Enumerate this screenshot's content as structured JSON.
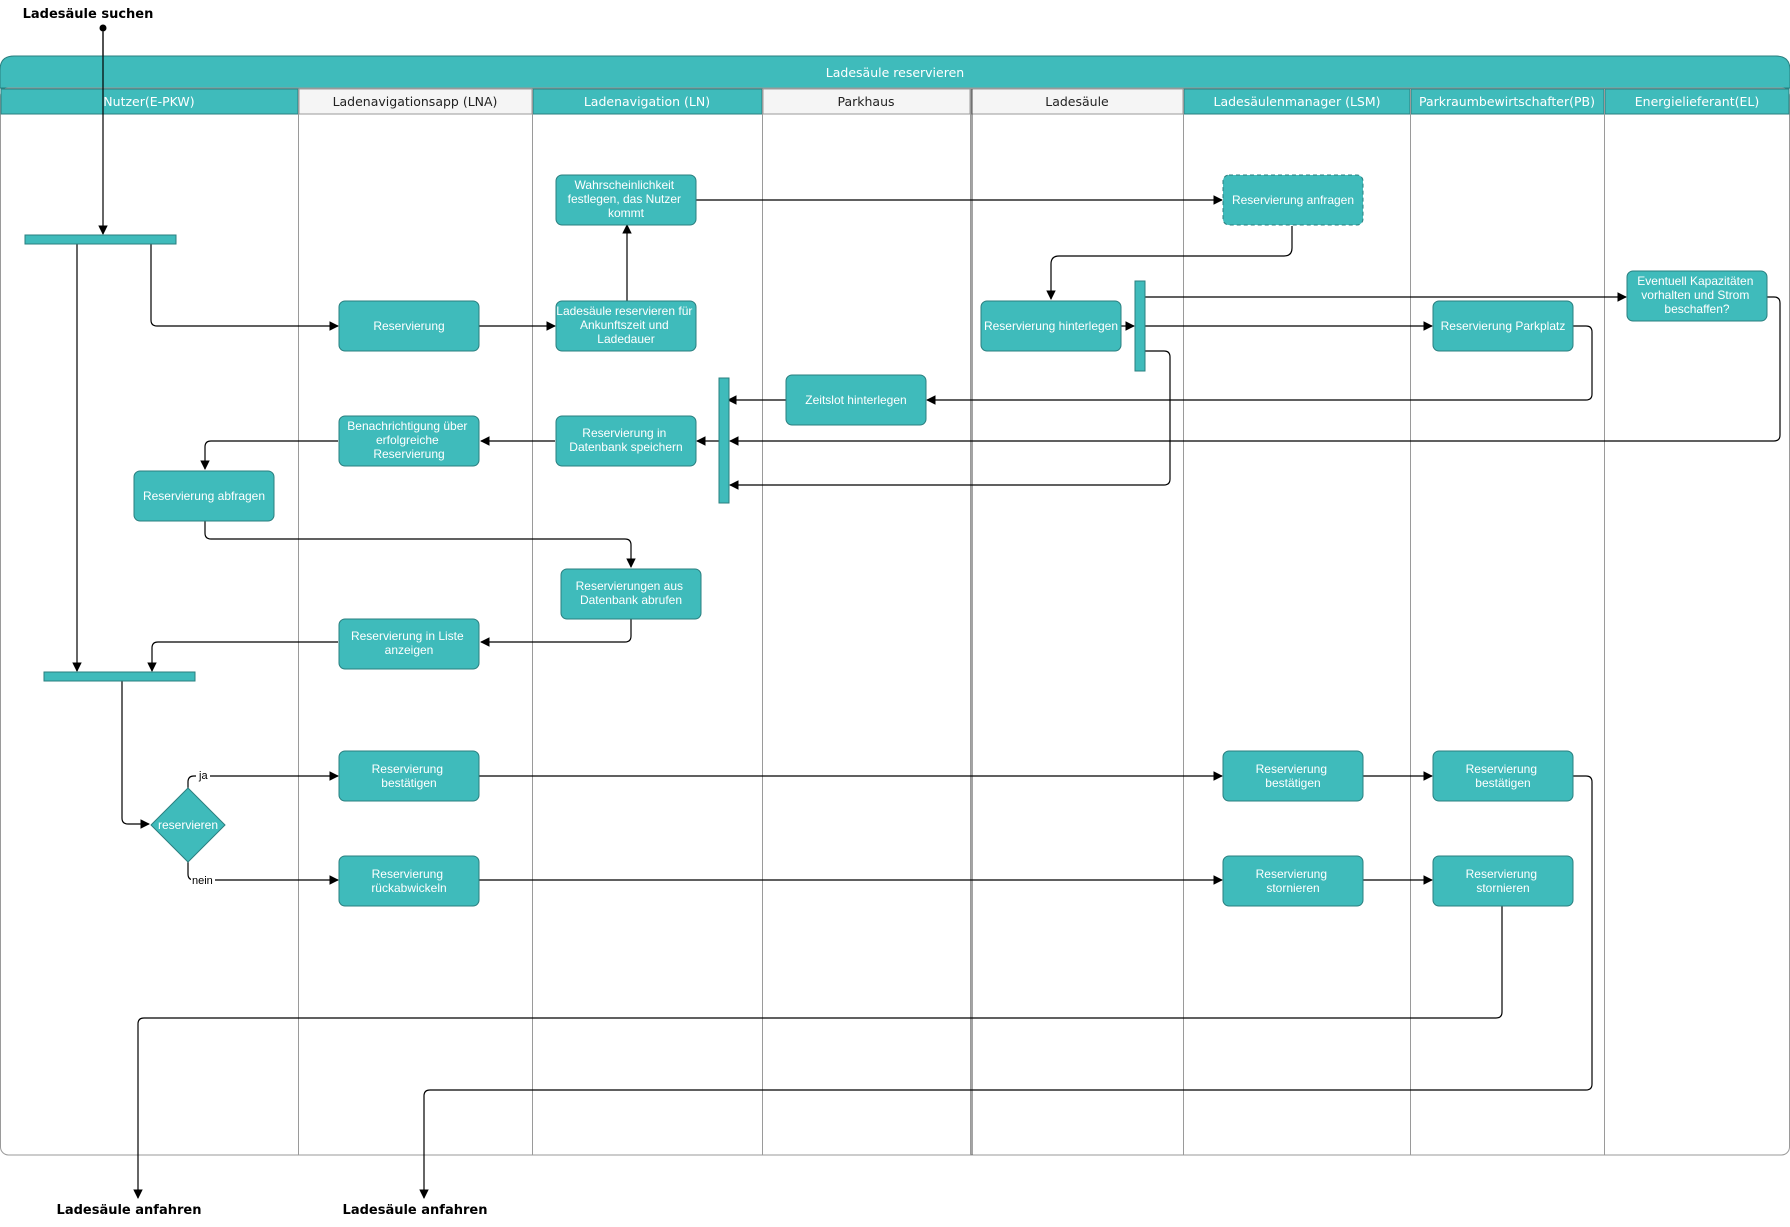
{
  "start_label": "Ladesäule suchen",
  "pool_title": "Ladesäule reservieren",
  "lanes": [
    {
      "label": "Nutzer(E-PKW)",
      "style": "teal"
    },
    {
      "label": "Ladenavigationsapp (LNA)",
      "style": "gray"
    },
    {
      "label": "Ladenavigation (LN)",
      "style": "teal"
    },
    {
      "label": "Parkhaus",
      "style": "gray"
    },
    {
      "label": "Ladesäule",
      "style": "gray"
    },
    {
      "label": "Ladesäulenmanager (LSM)",
      "style": "teal"
    },
    {
      "label": "Parkraumbewirtschafter(PB)",
      "style": "teal"
    },
    {
      "label": "Energielieferant(EL)",
      "style": "teal"
    }
  ],
  "nodes": {
    "wahrscheinlichkeit": [
      "Wahrscheinlichkeit",
      "festlegen, das Nutzer",
      "kommt"
    ],
    "reservierung_anfragen": [
      "Reservierung anfragen"
    ],
    "reservierung_lna": [
      "Reservierung"
    ],
    "ladesaeule_reservieren": [
      "Ladesäule reservieren für",
      "Ankunftszeit und",
      "Ladedauer"
    ],
    "reservierung_hinterlegen": [
      "Reservierung hinterlegen"
    ],
    "eventuell": [
      "Eventuell Kapazitäten",
      "vorhalten und Strom",
      "beschaffen?"
    ],
    "reservierung_parkplatz": [
      "Reservierung Parkplatz"
    ],
    "zeitslot": [
      "Zeitslot hinterlegen"
    ],
    "benachrichtigung": [
      "Benachrichtigung über",
      "erfolgreiche",
      "Reservierung"
    ],
    "datenbank_speichern": [
      "Reservierung in",
      "Datenbank speichern"
    ],
    "reservierung_abfragen": [
      "Reservierung abfragen"
    ],
    "reservierungen_abrufen": [
      "Reservierungen aus",
      "Datenbank abrufen"
    ],
    "liste_anzeigen": [
      "Reservierung in Liste",
      "anzeigen"
    ],
    "decision": [
      "reservieren"
    ],
    "bestaetigen_lna": [
      "Reservierung",
      "bestätigen"
    ],
    "rueckabwickeln": [
      "Reservierung",
      "rückabwickeln"
    ],
    "bestaetigen_lsm": [
      "Reservierung",
      "bestätigen"
    ],
    "stornieren_lsm": [
      "Reservierung",
      "stornieren"
    ],
    "bestaetigen_pb": [
      "Reservierung",
      "bestätigen"
    ],
    "stornieren_pb": [
      "Reservierung",
      "stornieren"
    ]
  },
  "edge_labels": {
    "ja": "ja",
    "nein": "nein"
  },
  "end_labels": {
    "end1": "Ladesäule anfahren",
    "end2": "Ladesäule anfahren"
  },
  "colors": {
    "teal": "#3fbbbb",
    "teal_border": "#2a7f7f",
    "lane_gray": "#f5f5f5"
  }
}
